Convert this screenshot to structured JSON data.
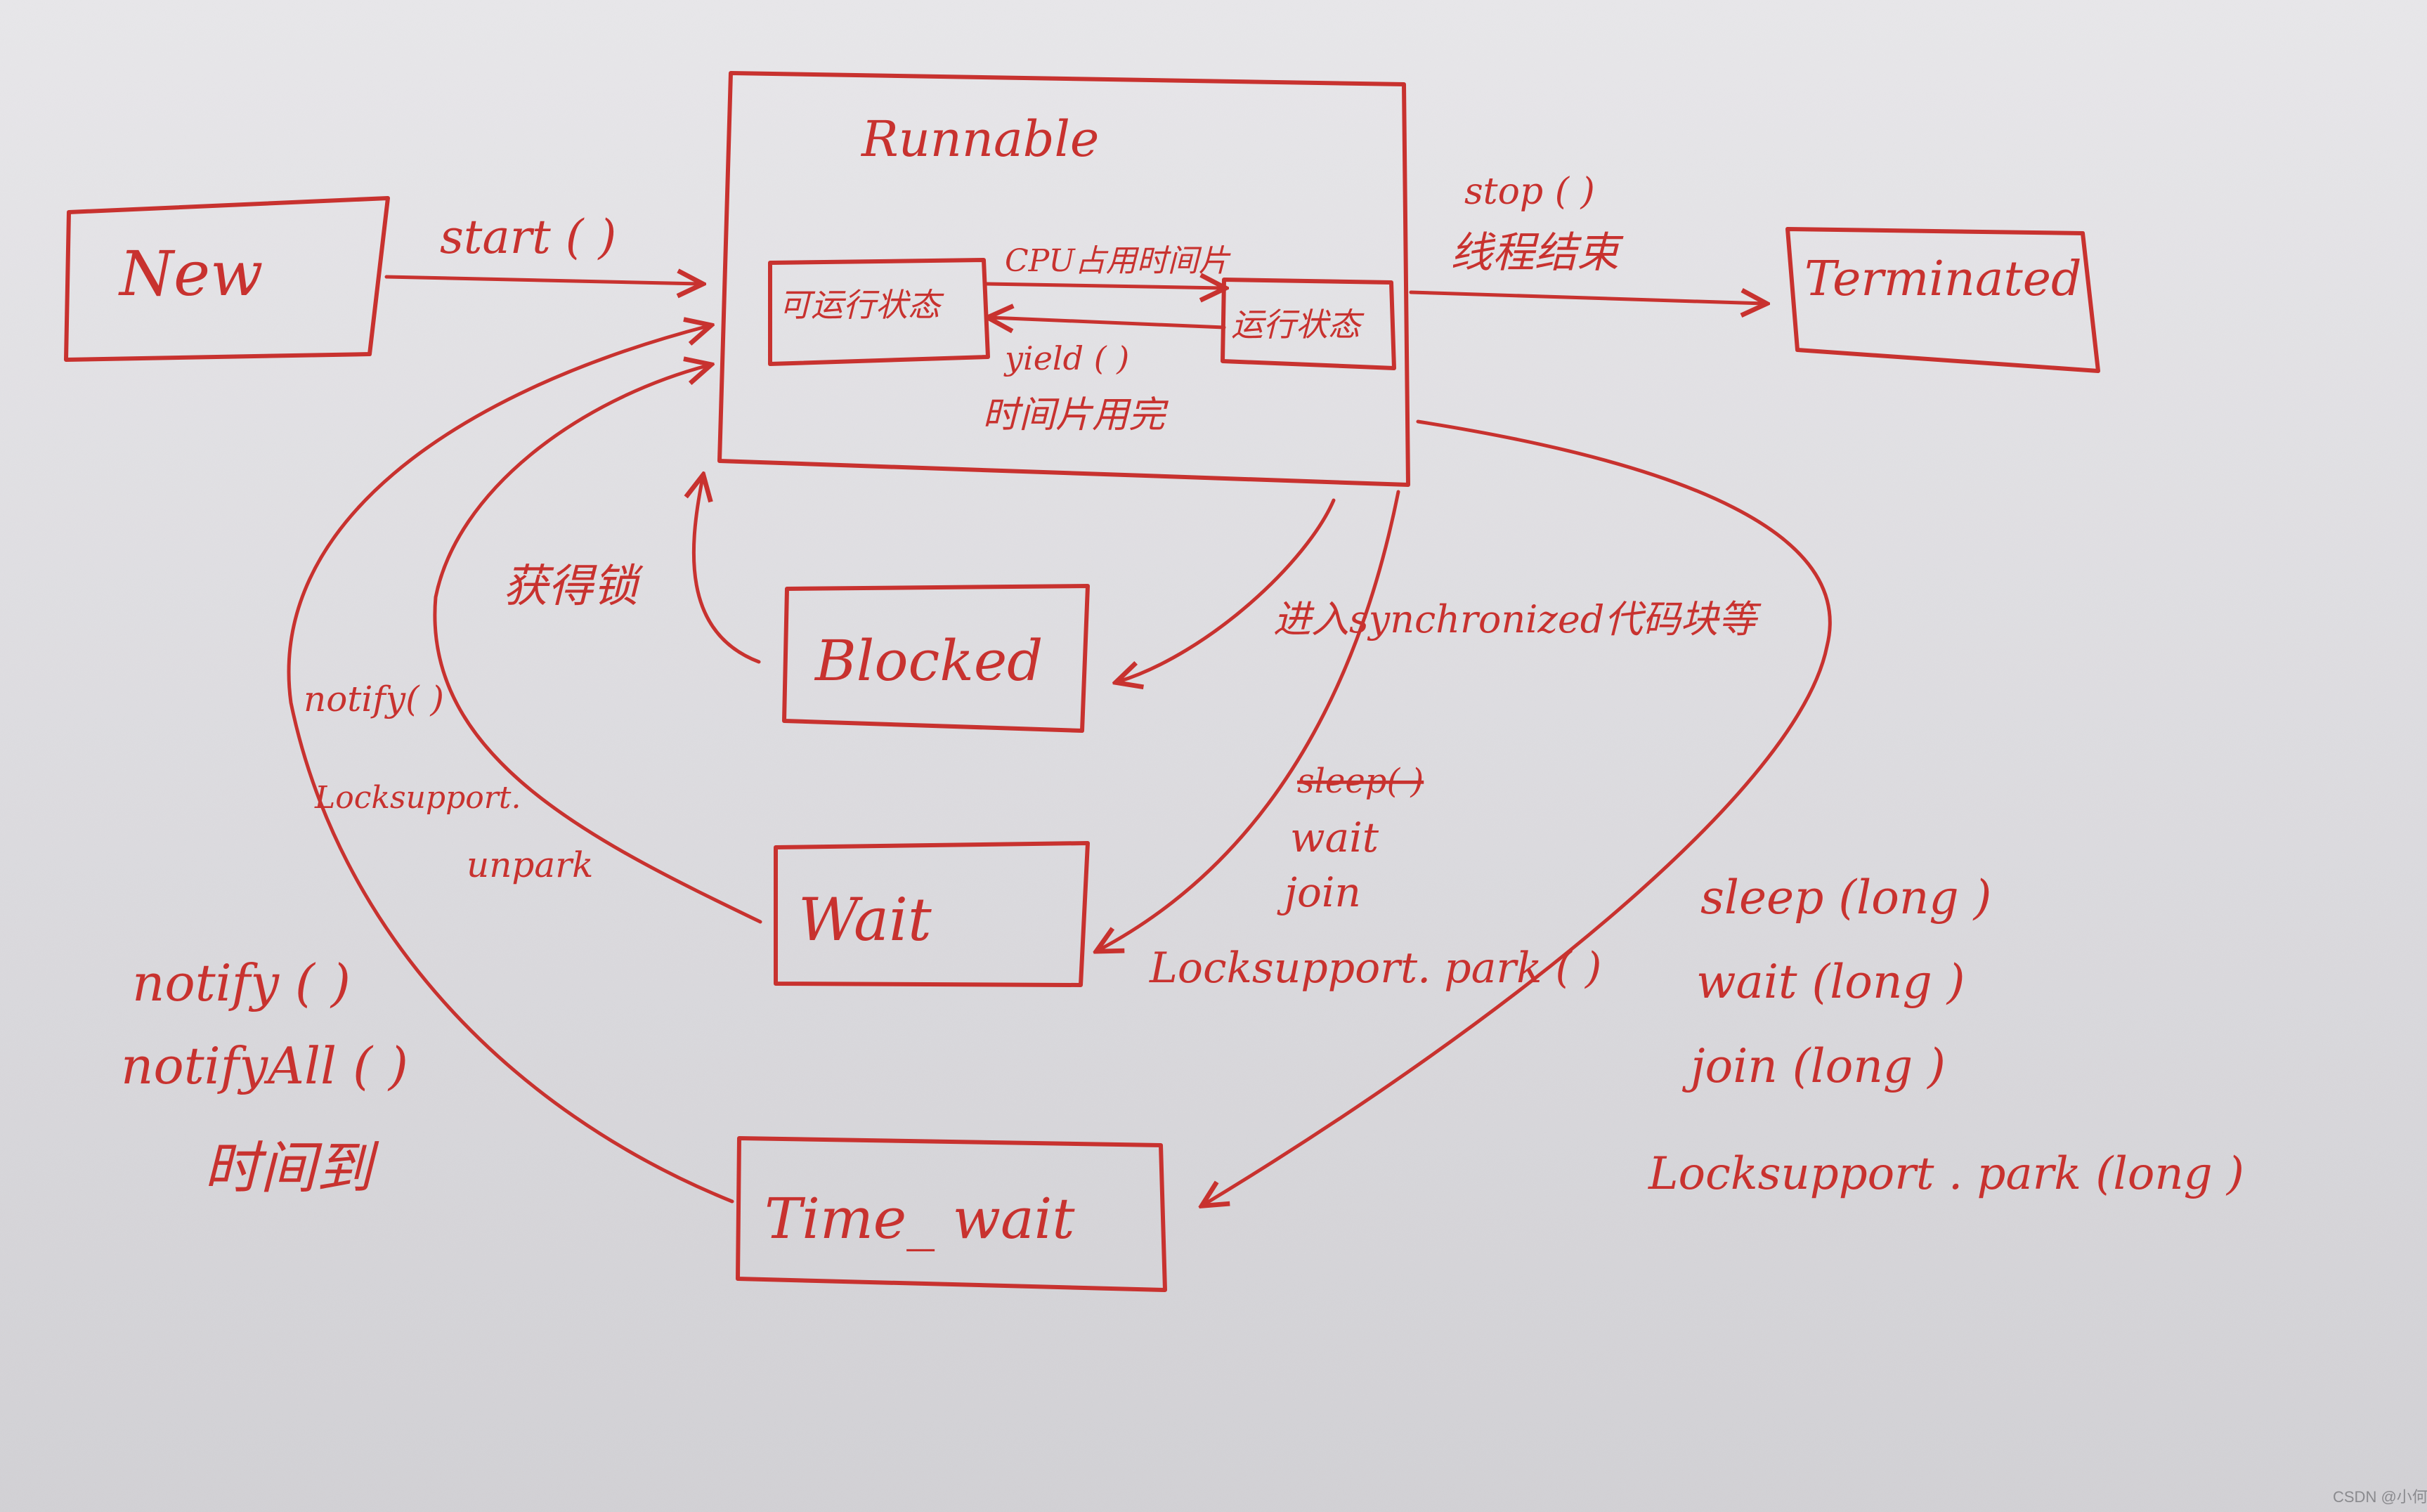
{
  "colors": {
    "ink": "#c8322f",
    "paper": "#e4e3e6"
  },
  "nodes": {
    "new": "New",
    "runnable": "Runnable",
    "ready": "可运行状态",
    "running": "运行状态",
    "terminated": "Terminated",
    "blocked": "Blocked",
    "wait": "Wait",
    "time_wait": "Time_ wait"
  },
  "edges": {
    "start": "start ( )",
    "cpu": "CPU占用时间片",
    "yield": "yield ( )",
    "slice_used": "时间片用完",
    "stop": "stop ( )",
    "thread_end": "线程结束",
    "enter_sync": "进入synchronized代码块等",
    "get_lock": "获得锁",
    "notify_short": "notify( )",
    "locksupport": "Locksupport.",
    "unpark": "unpark",
    "sleep_struck": "sleep( )",
    "wait_m": "wait",
    "join_m": "join",
    "park": "Locksupport. park ( )",
    "timed_methods": [
      "sleep (long )",
      "wait (long )",
      "join (long )",
      "Locksupport . park (long )"
    ],
    "wake_methods": [
      "notify ( )",
      "notifyAll ( )",
      "时间到"
    ]
  },
  "watermark": "CSDN @小何学"
}
